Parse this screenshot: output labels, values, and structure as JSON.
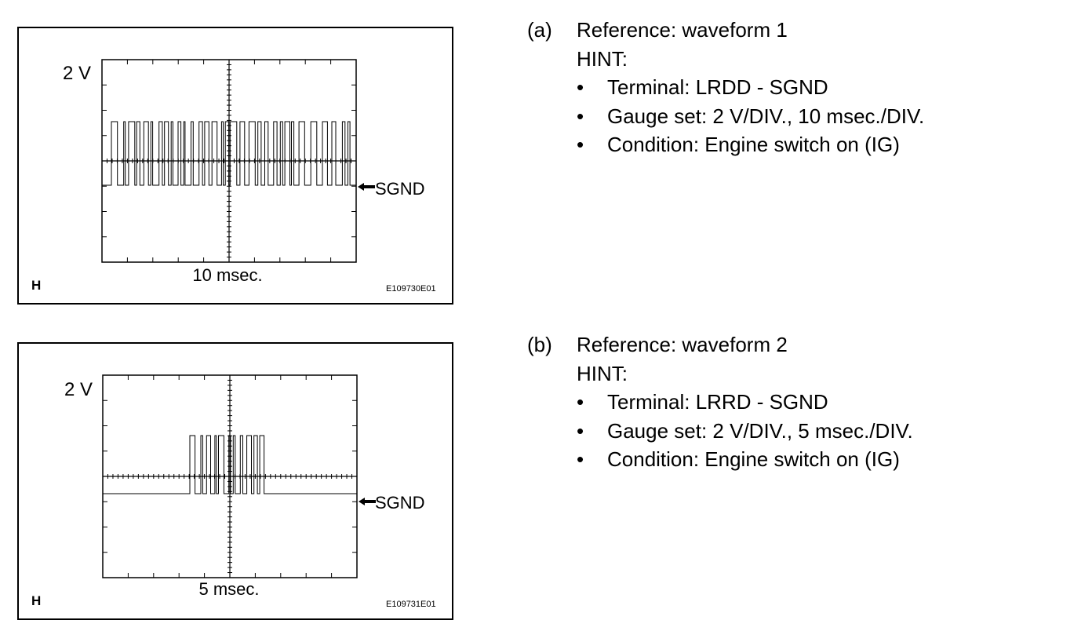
{
  "figures": [
    {
      "id": "a",
      "volt_label": "2 V",
      "time_label": "10 msec.",
      "h_label": "H",
      "code": "E109730E01",
      "sgnd_label": "SGND",
      "description": {
        "tag": "(a)",
        "title": "Reference: waveform 1",
        "hint": "HINT:",
        "bullets": [
          "Terminal: LRDD - SGND",
          "Gauge set: 2 V/DIV., 10 msec./DIV.",
          "Condition: Engine switch on (IG)"
        ]
      }
    },
    {
      "id": "b",
      "volt_label": "2 V",
      "time_label": "5 msec.",
      "h_label": "H",
      "code": "E109731E01",
      "sgnd_label": "SGND",
      "description": {
        "tag": "(b)",
        "title": "Reference: waveform 2",
        "hint": "HINT:",
        "bullets": [
          "Terminal: LRRD - SGND",
          "Gauge set: 2 V/DIV., 5 msec./DIV.",
          "Condition: Engine switch on (IG)"
        ]
      }
    }
  ]
}
